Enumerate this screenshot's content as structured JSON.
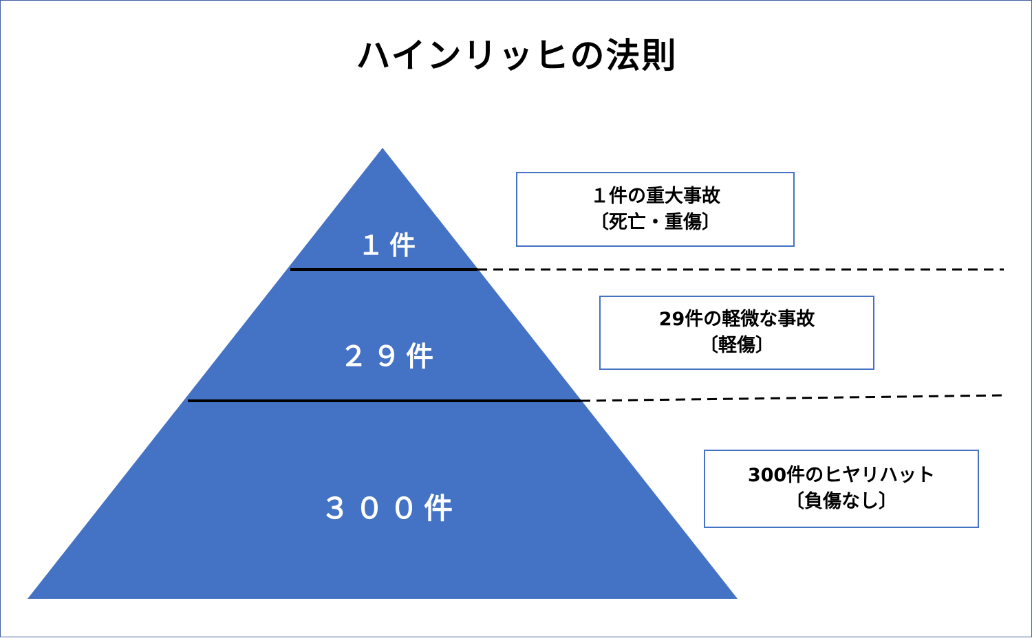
{
  "title": "ハインリッヒの法則",
  "colors": {
    "pyramid_fill": "#4472c4",
    "divider": "#000000",
    "callout_border": "#4472c4"
  },
  "pyramid": {
    "levels": [
      {
        "label": "１件"
      },
      {
        "label": "２９件"
      },
      {
        "label": "３００件"
      }
    ]
  },
  "callouts": [
    {
      "line1": "１件の重大事故",
      "line2": "〔死亡・重傷〕"
    },
    {
      "line1": "29件の軽微な事故",
      "line2": "〔軽傷〕"
    },
    {
      "line1": "300件のヒヤリハット",
      "line2": "〔負傷なし〕"
    }
  ]
}
